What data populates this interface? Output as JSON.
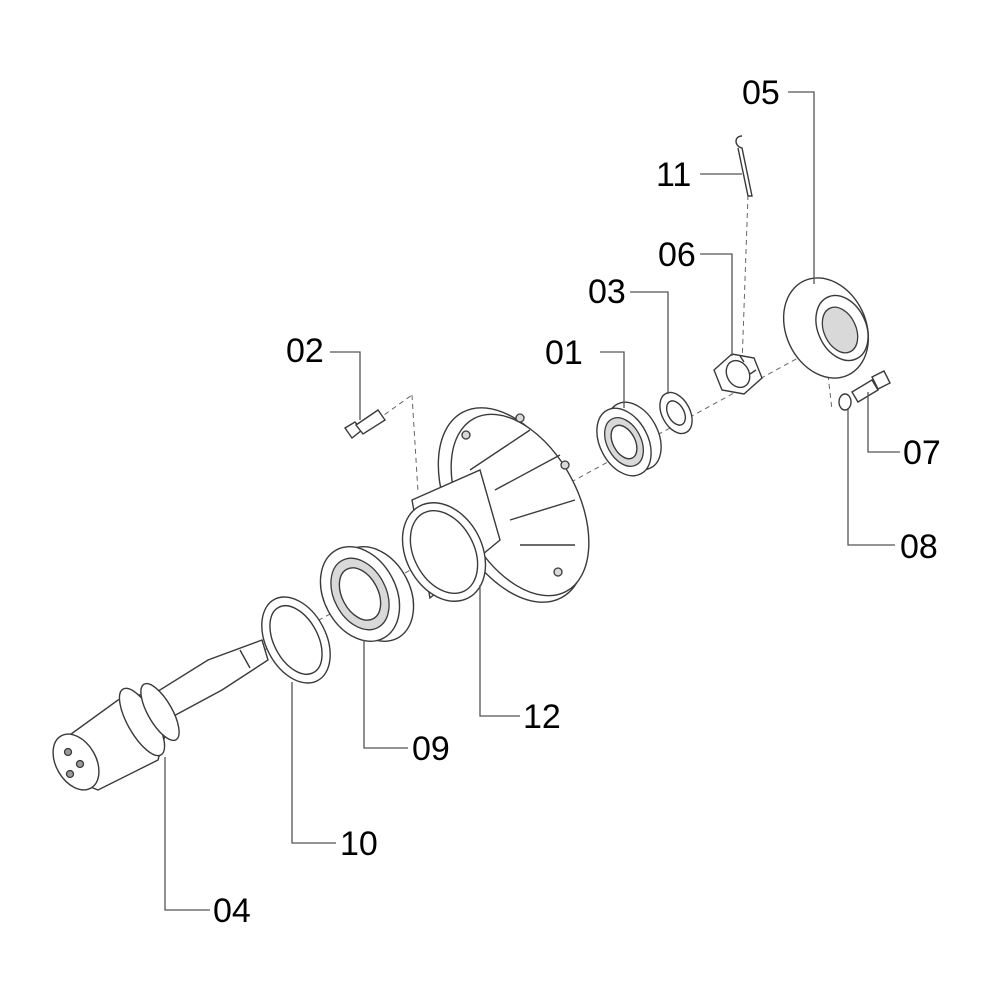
{
  "diagram": {
    "callouts": {
      "c01": "01",
      "c02": "02",
      "c03": "03",
      "c04": "04",
      "c05": "05",
      "c06": "06",
      "c07": "07",
      "c08": "08",
      "c09": "09",
      "c10": "10",
      "c11": "11",
      "c12": "12"
    }
  }
}
